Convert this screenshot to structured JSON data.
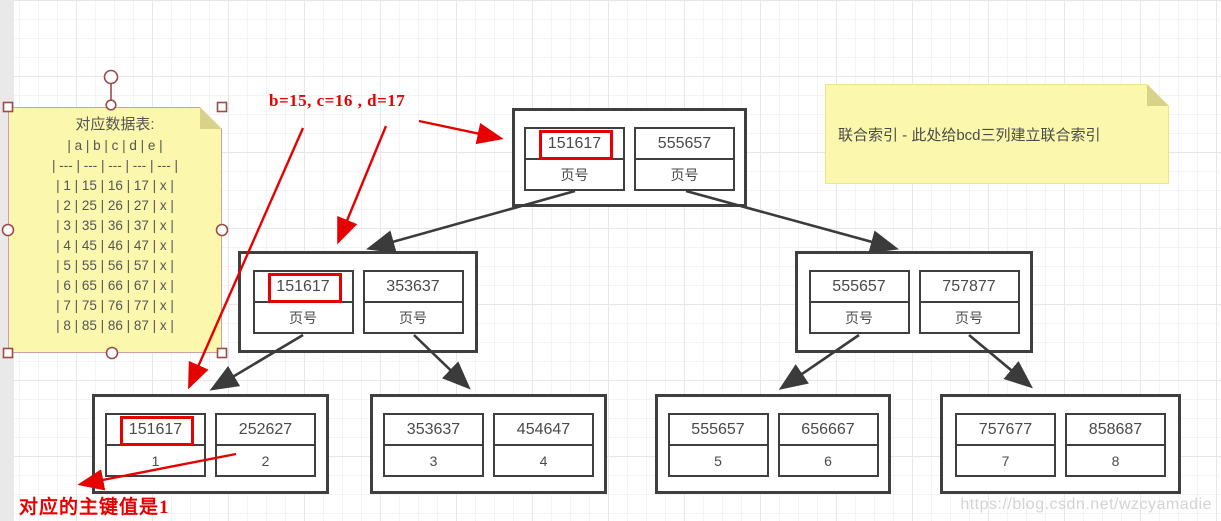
{
  "left_note": {
    "title": "对应数据表:",
    "lines": [
      "| a | b | c | d | e |",
      "| --- | --- | --- | --- | --- |",
      "| 1 | 15 | 16 | 17 | x |",
      "| 2 | 25 | 26 | 27 | x |",
      "| 3 | 35 | 36 | 37 | x |",
      "| 4 | 45 | 46 | 47 | x |",
      "| 5 | 55 | 56 | 57 | x |",
      "| 6 | 65 | 66 | 67 | x |",
      "| 7 | 75 | 76 | 77 | x |",
      "| 8 | 85 | 86 | 87 | x |"
    ]
  },
  "right_note": {
    "text": "联合索引 - 此处给bcd三列建立联合索引"
  },
  "annotation": {
    "text": "b=15, c=16 , d=17"
  },
  "bottom_label": {
    "text": "对应的主键值是1"
  },
  "watermark": {
    "text": "https://blog.csdn.net/wzcyamadie"
  },
  "tree": {
    "root": {
      "cells": [
        {
          "key": "151617",
          "sub": "页号",
          "highlight": true
        },
        {
          "key": "555657",
          "sub": "页号",
          "highlight": false
        }
      ]
    },
    "mid_left": {
      "cells": [
        {
          "key": "151617",
          "sub": "页号",
          "highlight": true
        },
        {
          "key": "353637",
          "sub": "页号",
          "highlight": false
        }
      ]
    },
    "mid_right": {
      "cells": [
        {
          "key": "555657",
          "sub": "页号",
          "highlight": false
        },
        {
          "key": "757877",
          "sub": "页号",
          "highlight": false
        }
      ]
    },
    "leaves": [
      {
        "cells": [
          {
            "key": "151617",
            "sub": "1",
            "highlight": true
          },
          {
            "key": "252627",
            "sub": "2",
            "highlight": false
          }
        ]
      },
      {
        "cells": [
          {
            "key": "353637",
            "sub": "3",
            "highlight": false
          },
          {
            "key": "454647",
            "sub": "4",
            "highlight": false
          }
        ]
      },
      {
        "cells": [
          {
            "key": "555657",
            "sub": "5",
            "highlight": false
          },
          {
            "key": "656667",
            "sub": "6",
            "highlight": false
          }
        ]
      },
      {
        "cells": [
          {
            "key": "757677",
            "sub": "7",
            "highlight": false
          },
          {
            "key": "858687",
            "sub": "8",
            "highlight": false
          }
        ]
      }
    ]
  },
  "colors": {
    "highlight_red": "#e60000",
    "connector_black": "#3b3b3b",
    "note_yellow": "#fbf8ae",
    "note_fold": "#d8d28a",
    "selection_handle": "#9c4a4a"
  }
}
